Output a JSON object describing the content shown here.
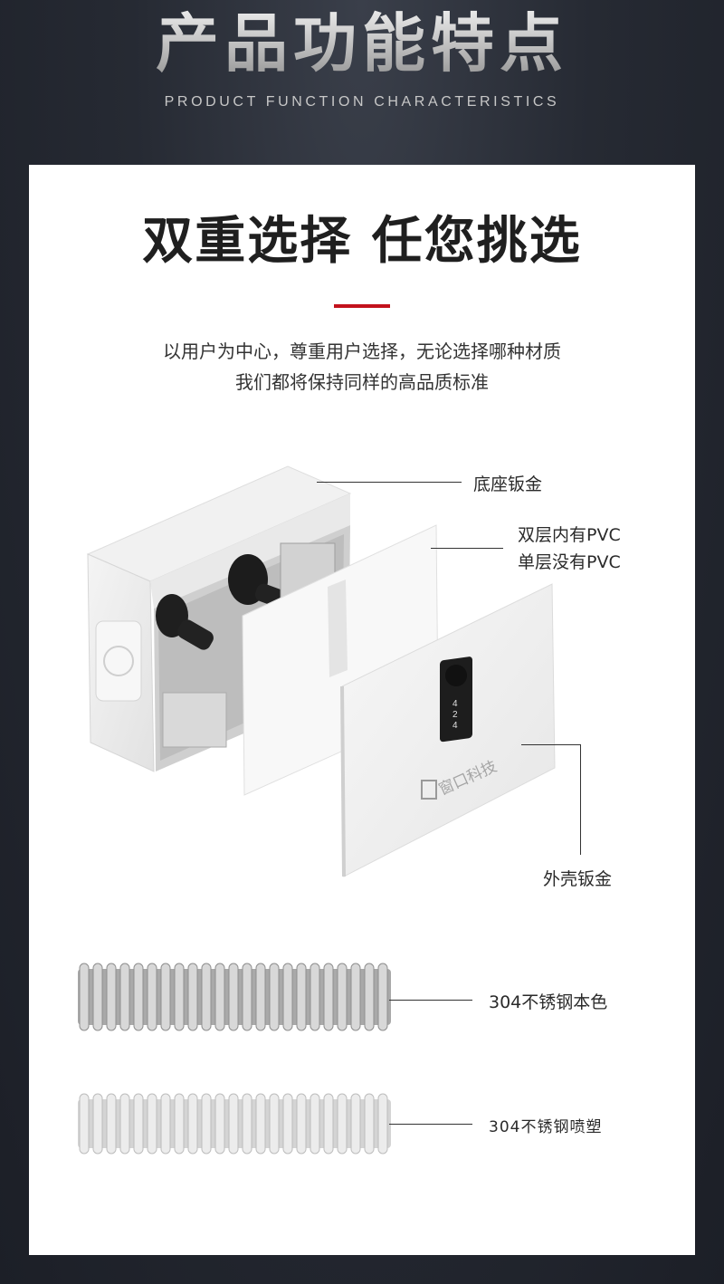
{
  "header": {
    "title": "产品功能特点",
    "subtitle": "PRODUCT FUNCTION CHARACTERISTICS"
  },
  "section": {
    "title": "双重选择 任您挑选",
    "description_line1": "以用户为中心，尊重用户选择，无论选择哪种材质",
    "description_line2": "我们都将保持同样的高品质标准"
  },
  "product": {
    "brand_text": "窗口科技",
    "lock_digits": [
      "4",
      "2",
      "4"
    ],
    "labels": {
      "base": "底座钣金",
      "pvc_line1": "双层内有PVC",
      "pvc_line2": "单层没有PVC",
      "shell": "外壳钣金"
    }
  },
  "hoses": {
    "steel_natural": "304不锈钢本色",
    "steel_coated": "304不锈钢喷塑"
  },
  "colors": {
    "accent": "#c3121c",
    "background": "#262a33",
    "panel": "#ffffff"
  }
}
